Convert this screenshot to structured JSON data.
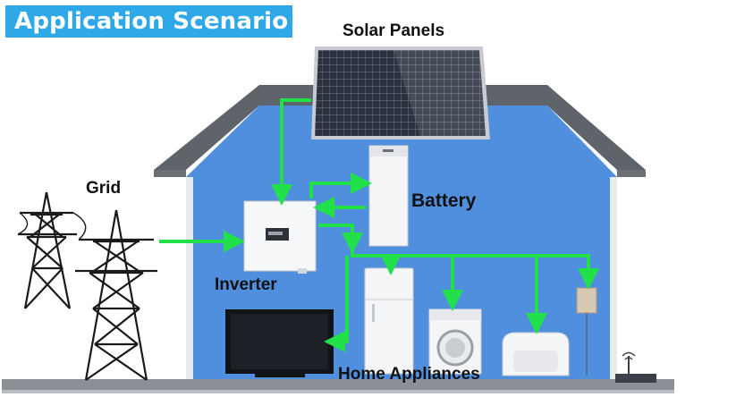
{
  "header": {
    "title": "Application Scenario"
  },
  "labels": {
    "solar_panels": "Solar Panels",
    "grid": "Grid",
    "battery": "Battery",
    "inverter": "Inverter",
    "home_appliances": "Home Appliances"
  },
  "colors": {
    "title_bg": "#2fa8e8",
    "house_wall": "#4f8fde",
    "roof": "#5a5f66",
    "flow_arrow": "#22e04a"
  }
}
